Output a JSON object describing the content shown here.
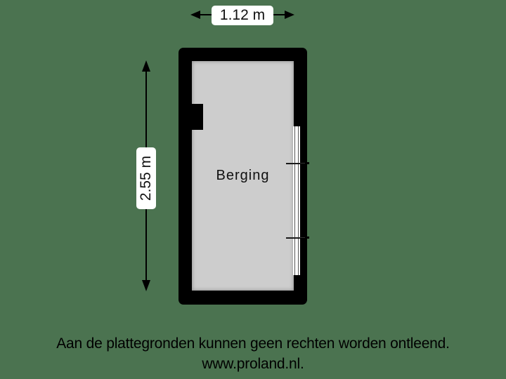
{
  "colors": {
    "background": "#4b7350",
    "wall": "#000000",
    "room_fill": "#cdcdcd",
    "label_bg": "#ffffff"
  },
  "dimensions": {
    "width_label": "1.12 m",
    "height_label": "2.55 m"
  },
  "rooms": [
    {
      "name": "Berging"
    }
  ],
  "footer": {
    "disclaimer": "Aan de plattegronden kunnen geen rechten worden ontleend.",
    "website": "www.proland.nl."
  }
}
